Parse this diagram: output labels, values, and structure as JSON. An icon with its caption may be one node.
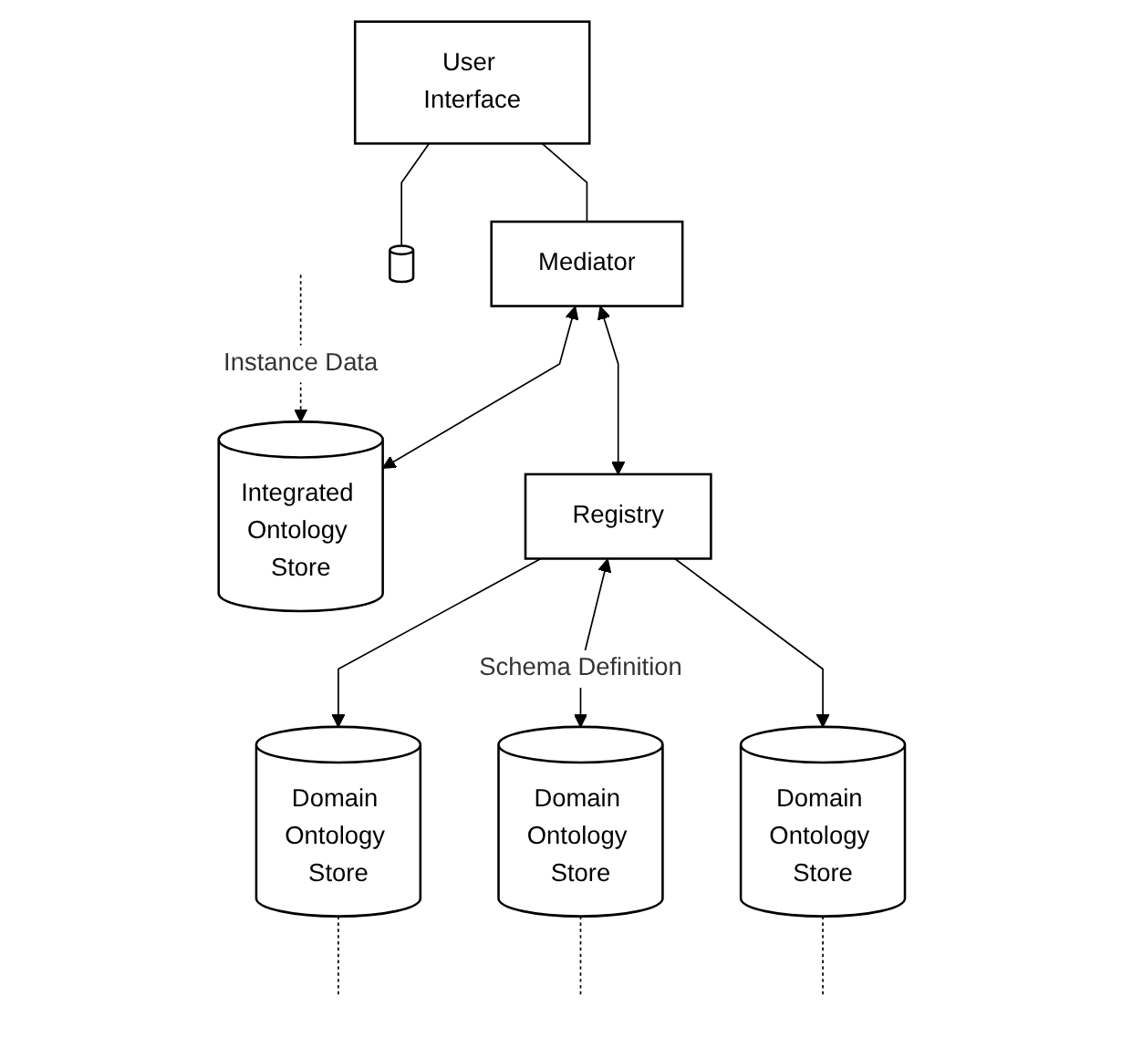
{
  "diagram": {
    "nodes": [
      {
        "text": [
          "User Interface"
        ]
      },
      {
        "text": [
          "Mediator"
        ]
      },
      {
        "text": [
          "Integrated Ontology Store"
        ]
      },
      {
        "text": [],
        "shape": "cylinder"
      },
      {
        "text": [
          "Registry"
        ]
      },
      {
        "text": [
          "Domain Ontology Store"
        ]
      },
      {
        "text": [
          "Domain Ontology Store"
        ]
      },
      {
        "text": [
          "Domain Ontology Store"
        ]
      }
    ],
    "edges": [
      {
        "from": 0,
        "to": 1,
        "arrow": "none"
      },
      {
        "from": 0,
        "to": 3,
        "arrow": "none"
      },
      {
        "from": 1,
        "to": 2,
        "arrow": "both"
      },
      {
        "from": 1,
        "to": 4,
        "arrow": "both"
      },
      {
        "from": 4,
        "to": 5,
        "arrow": "to"
      },
      {
        "from": 4,
        "to": 6,
        "arrow": "both",
        "label": "Schema Definition"
      },
      {
        "from": 4,
        "to": 7,
        "arrow": "to"
      },
      {
        "from": null,
        "to": 2,
        "arrow": "to",
        "style": "dashed",
        "label": "Instance Data"
      },
      {
        "from": 5,
        "to": null,
        "arrow": "none",
        "style": "dashed"
      },
      {
        "from": 6,
        "to": null,
        "arrow": "none",
        "style": "dashed"
      },
      {
        "from": 7,
        "to": null,
        "arrow": "none",
        "style": "dashed"
      }
    ]
  }
}
